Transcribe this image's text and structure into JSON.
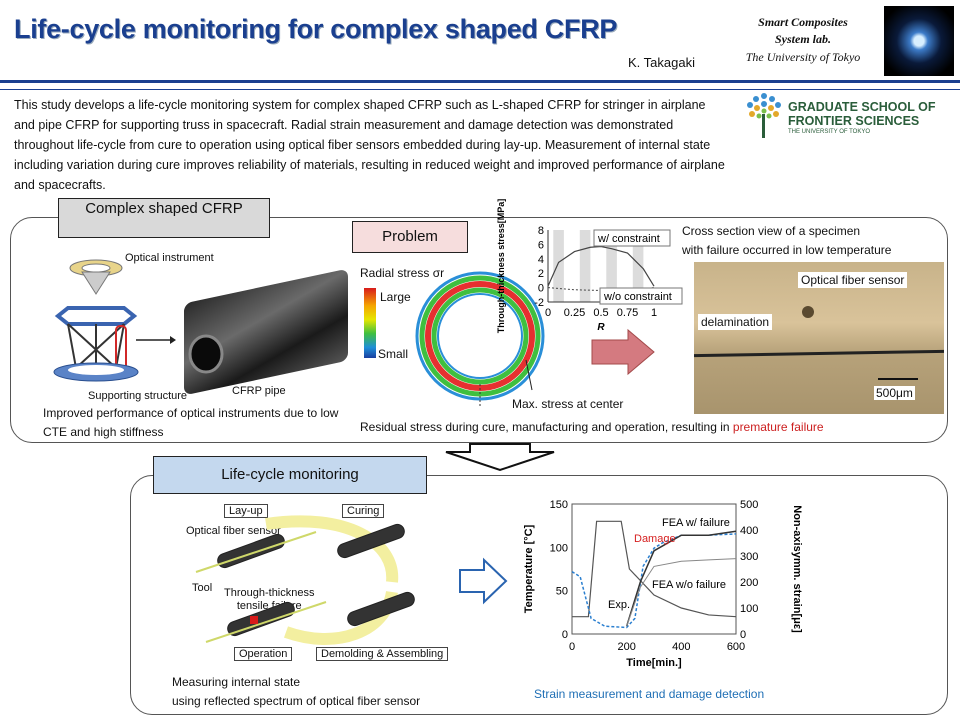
{
  "header": {
    "title": "Life-cycle monitoring for complex shaped CFRP",
    "author": "K. Takagaki",
    "lab_line1": "Smart Composites",
    "lab_line2": "System lab.",
    "lab_line3": "The University of Tokyo"
  },
  "abstract": "This study develops a life-cycle monitoring system for complex shaped CFRP such as L-shaped CFRP for stringer in airplane and pipe CFRP for supporting truss in spacecraft. Radial strain measurement and damage detection was demonstrated throughout life-cycle from cure to operation using optical fiber sensors embedded during lay-up. Measurement of internal state including variation during cure improves reliability of materials, resulting in reduced weight and improved performance of airplane and spacecrafts.",
  "school": {
    "line1": "GRADUATE SCHOOL OF",
    "line2": "FRONTIER SCIENCES",
    "line3": "THE UNIVERSITY OF TOKYO"
  },
  "section1": {
    "tag": "Complex shaped CFRP",
    "optical_instrument": "Optical instrument",
    "supporting_structure": "Supporting structure",
    "cfrp_pipe": "CFRP pipe",
    "caption": "Improved performance of optical instruments due to low CTE and high stiffness"
  },
  "problem": {
    "tag": "Problem",
    "radial_stress": "Radial stress σr",
    "large": "Large",
    "small": "Small",
    "max_stress": "Max. stress at center",
    "caption_prefix": "Residual stress during cure, manufacturing and operation, resulting in",
    "caption_highlight": "premature failure",
    "highlight_color": "#cc1f1f",
    "cross_section_1": "Cross section view of a specimen",
    "cross_section_2": "with failure occurred in low temperature",
    "optical_fiber_sensor": "Optical fiber sensor",
    "delamination": "delamination",
    "scale": "500μm"
  },
  "chart_data": [
    {
      "type": "line",
      "ylabel": "Through-thickness stress[MPa]",
      "xlabel": "R",
      "xlim": [
        0,
        1
      ],
      "ylim": [
        -2,
        8
      ],
      "xticks": [
        "0",
        "0.25",
        "0.5",
        "0.75",
        "1"
      ],
      "yticks": [
        "-2",
        "0",
        "2",
        "4",
        "6",
        "8"
      ],
      "series": [
        {
          "name": "w/ constraint",
          "x": [
            0,
            0.1,
            0.25,
            0.4,
            0.5,
            0.6,
            0.75,
            0.9,
            1.0
          ],
          "y": [
            0.2,
            3.5,
            5.0,
            5.6,
            5.7,
            5.4,
            4.8,
            2.6,
            0.2
          ]
        },
        {
          "name": "w/o constraint",
          "x": [
            0,
            0.25,
            0.5,
            0.75,
            1.0
          ],
          "y": [
            0.0,
            -0.3,
            -0.4,
            -0.3,
            0.0
          ]
        }
      ]
    },
    {
      "type": "line",
      "xlabel": "Time[min.]",
      "ylabel": "Temperature [°C]",
      "y2label": "Non-axisymm. strain[με]",
      "xlim": [
        0,
        600
      ],
      "ylim": [
        0,
        150
      ],
      "y2lim": [
        0,
        500
      ],
      "xticks": [
        "0",
        "200",
        "400",
        "600"
      ],
      "yticks": [
        "0",
        "50",
        "100",
        "150"
      ],
      "y2ticks": [
        "0",
        "100",
        "200",
        "300",
        "400",
        "500"
      ],
      "annotations": [
        "FEA w/ failure",
        "Damage",
        "FEA w/o failure",
        "Exp."
      ],
      "series": [
        {
          "name": "Temperature",
          "x": [
            0,
            60,
            90,
            180,
            210,
            300,
            400,
            500,
            600
          ],
          "y": [
            20,
            20,
            130,
            130,
            75,
            45,
            30,
            22,
            20
          ]
        },
        {
          "name": "Exp.",
          "x": [
            0,
            30,
            70,
            120,
            200,
            230,
            260,
            300,
            330,
            400,
            500,
            600
          ],
          "y2": [
            240,
            220,
            60,
            30,
            25,
            60,
            260,
            330,
            350,
            380,
            380,
            385
          ]
        },
        {
          "name": "FEA w/ failure",
          "x": [
            200,
            250,
            300,
            400,
            500,
            600
          ],
          "y2": [
            30,
            200,
            320,
            380,
            380,
            395
          ]
        },
        {
          "name": "FEA w/o failure",
          "x": [
            200,
            250,
            300,
            400,
            500,
            600
          ],
          "y2": [
            30,
            180,
            260,
            280,
            285,
            290
          ]
        }
      ]
    }
  ],
  "section2": {
    "tag": "Life-cycle monitoring",
    "layup": "Lay-up",
    "curing": "Curing",
    "optical_fiber_sensor": "Optical fiber sensor",
    "tool": "Tool",
    "failure_1": "Through-thickness",
    "failure_2": "tensile failure",
    "operation": "Operation",
    "demolding": "Demolding & Assembling",
    "caption_1": "Measuring internal state",
    "caption_2": "using reflected spectrum of optical fiber sensor",
    "strain_caption": "Strain measurement and damage detection",
    "strain_caption_color": "#1f6fb5",
    "damage_color": "#d62020"
  }
}
